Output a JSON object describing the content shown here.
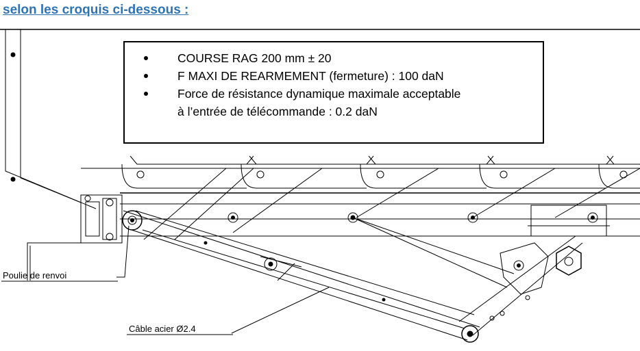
{
  "heading": " selon les croquis ci-dessous :",
  "notes": [
    {
      "text": "COURSE RAG 200 mm ± 20"
    },
    {
      "text": "F MAXI DE REARMEMENT (fermeture) : 100 daN"
    },
    {
      "text": "Force de résistance dynamique maximale acceptable",
      "continuation": "à l’entrée de télécommande : 0.2 daN"
    }
  ],
  "labels": {
    "pulley": "Poulie de renvoi",
    "cable": "Câble acier Ø2.4"
  },
  "colors": {
    "heading": "#2e74b5",
    "line": "#000000"
  }
}
